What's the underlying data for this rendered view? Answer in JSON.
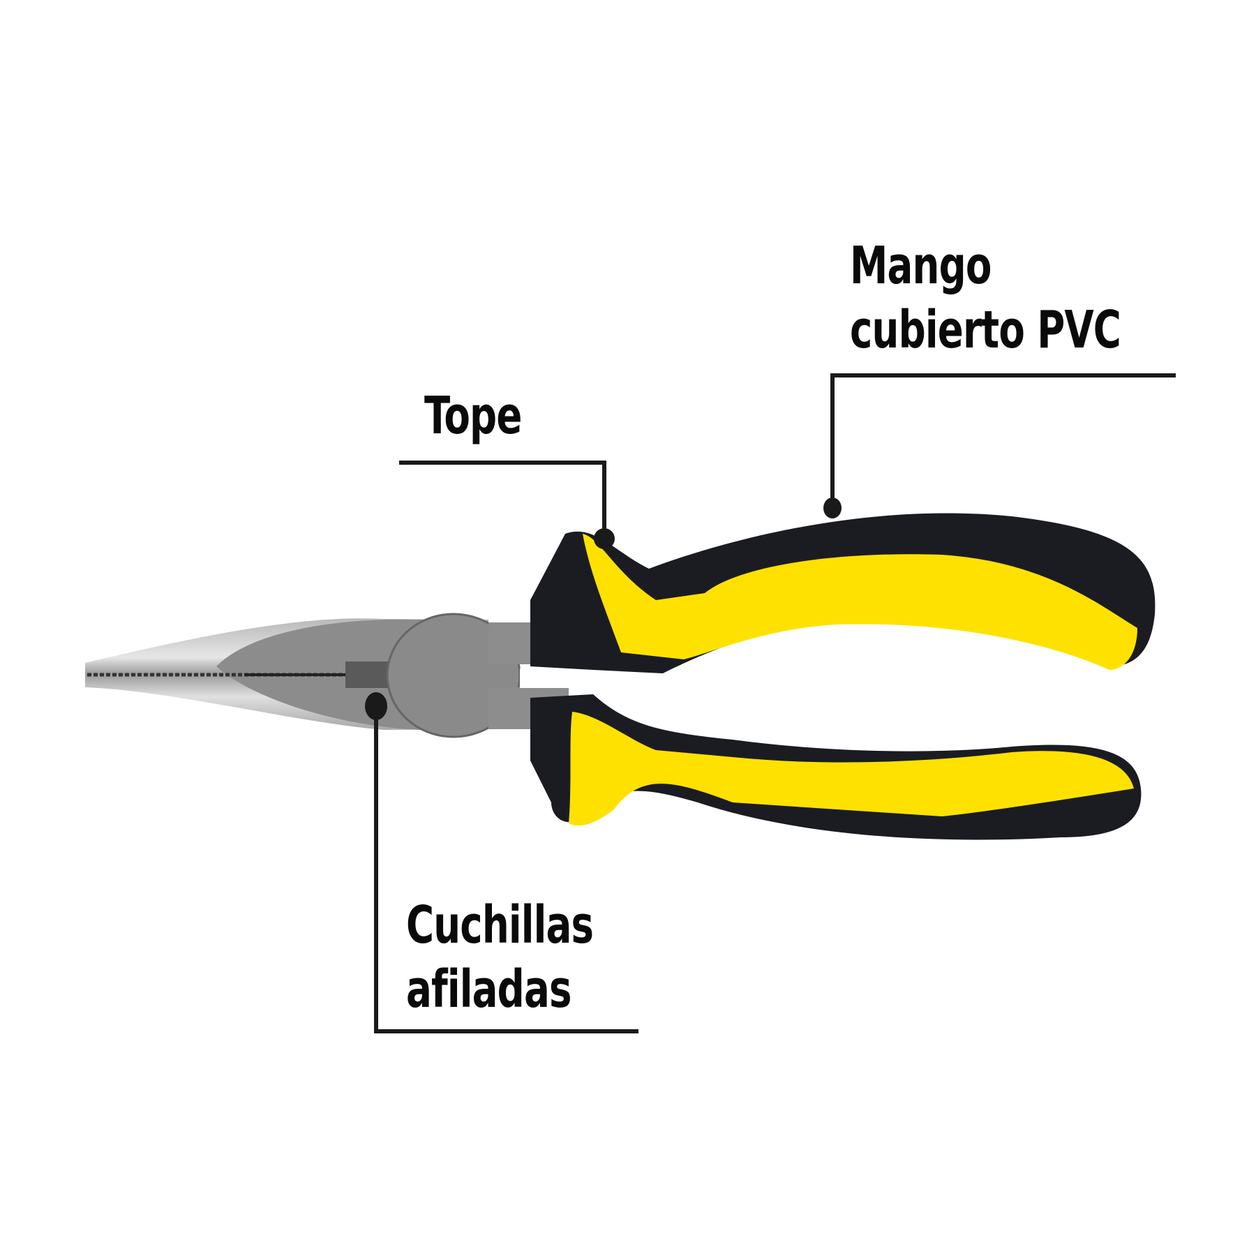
{
  "diagram": {
    "subject": "Pinza de punta larga (long-nose pliers)",
    "colors": {
      "handle_yellow": "#FFE100",
      "handle_black": "#1a1c22",
      "metal_light": "#d4d4d4",
      "metal_dark": "#8f8f8f",
      "leader_line": "#1a1a1a",
      "text": "#0a0a0a",
      "background": "#ffffff"
    },
    "callouts": [
      {
        "id": "mango",
        "lines": [
          "Mango",
          "cubierto PVC"
        ]
      },
      {
        "id": "tope",
        "lines": [
          "Tope"
        ]
      },
      {
        "id": "cuchillas",
        "lines": [
          "Cuchillas",
          "afiladas"
        ]
      }
    ]
  }
}
